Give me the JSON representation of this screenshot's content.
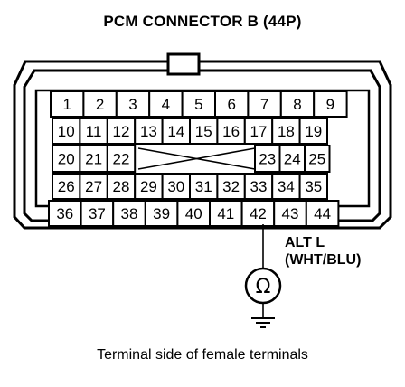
{
  "title": "PCM CONNECTOR B (44P)",
  "caption": "Terminal side of female terminals",
  "terminals": {
    "row1": [
      "1",
      "2",
      "3",
      "4",
      "5",
      "6",
      "7",
      "8",
      "9"
    ],
    "row2": [
      "10",
      "11",
      "12",
      "13",
      "14",
      "15",
      "16",
      "17",
      "18",
      "19"
    ],
    "row3": [
      "20",
      "21",
      "22",
      "23",
      "24",
      "25"
    ],
    "row4": [
      "26",
      "27",
      "28",
      "29",
      "30",
      "31",
      "32",
      "33",
      "34",
      "35"
    ],
    "row5": [
      "36",
      "37",
      "38",
      "39",
      "40",
      "41",
      "42",
      "43",
      "44"
    ]
  },
  "signal": {
    "terminal": "42",
    "name": "ALT L",
    "wire_color": "(WHT/BLU)",
    "meter_symbol": "Ω"
  }
}
